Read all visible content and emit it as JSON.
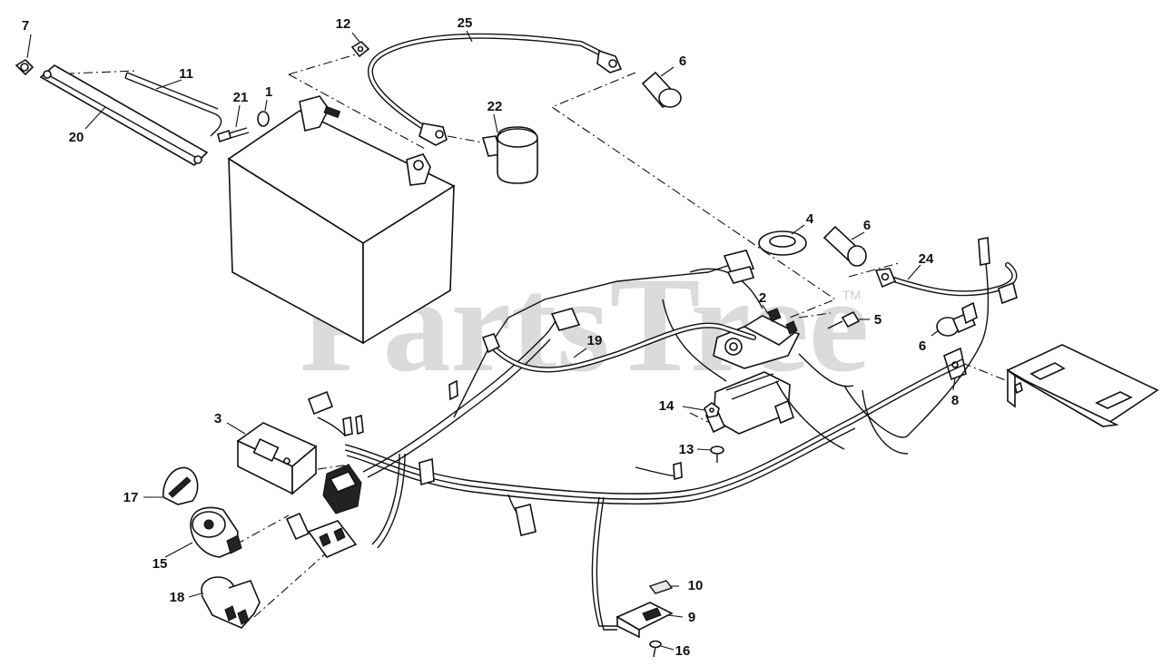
{
  "watermark": {
    "text": "PartsTree",
    "trademark": "TM"
  },
  "callouts": [
    {
      "id": "c7",
      "label": "7"
    },
    {
      "id": "c12",
      "label": "12"
    },
    {
      "id": "c25",
      "label": "25"
    },
    {
      "id": "c11",
      "label": "11"
    },
    {
      "id": "c21",
      "label": "21"
    },
    {
      "id": "c1",
      "label": "1"
    },
    {
      "id": "c6a",
      "label": "6"
    },
    {
      "id": "c22",
      "label": "22"
    },
    {
      "id": "c20",
      "label": "20"
    },
    {
      "id": "c4",
      "label": "4"
    },
    {
      "id": "c6b",
      "label": "6"
    },
    {
      "id": "c24",
      "label": "24"
    },
    {
      "id": "c2",
      "label": "2"
    },
    {
      "id": "c5",
      "label": "5"
    },
    {
      "id": "c19",
      "label": "19"
    },
    {
      "id": "c6c",
      "label": "6"
    },
    {
      "id": "c8",
      "label": "8"
    },
    {
      "id": "c14",
      "label": "14"
    },
    {
      "id": "c3",
      "label": "3"
    },
    {
      "id": "c13",
      "label": "13"
    },
    {
      "id": "c17",
      "label": "17"
    },
    {
      "id": "c15",
      "label": "15"
    },
    {
      "id": "c10",
      "label": "10"
    },
    {
      "id": "c18",
      "label": "18"
    },
    {
      "id": "c9",
      "label": "9"
    },
    {
      "id": "c16",
      "label": "16"
    }
  ]
}
